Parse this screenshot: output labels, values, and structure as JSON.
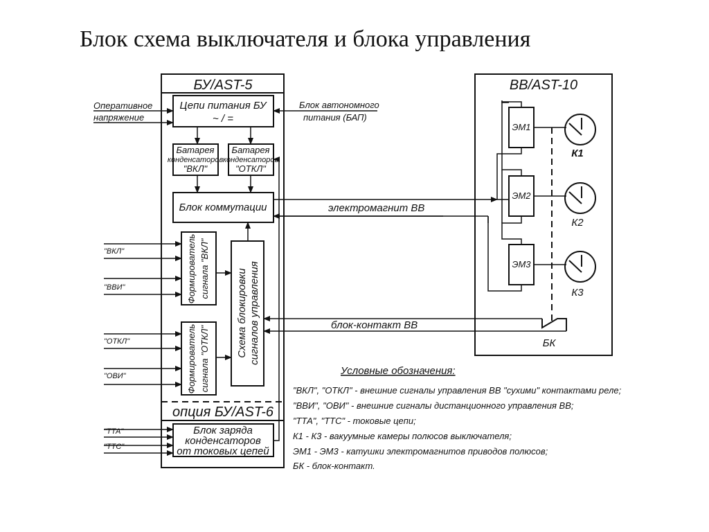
{
  "title": "Блок схема выключателя и блока управления",
  "bu": {
    "title": "БУ/AST-5",
    "power_chain": "Цепи питания БУ",
    "power_symbol": "~ / =",
    "battery_on": [
      "Батарея",
      "конденсаторов",
      "\"ВКЛ\""
    ],
    "battery_off": [
      "Батарея",
      "конденсаторов",
      "\"ОТКЛ\""
    ],
    "switching": "Блок коммутации",
    "former_on": [
      "Формирователь",
      "сигнала \"ВКЛ\""
    ],
    "former_off": [
      "Формирователь",
      "сигнала \"ОТКЛ\""
    ],
    "blocking": [
      "Схема блокировки",
      "сигналов управления"
    ],
    "option": "опция БУ/AST-6",
    "charge": [
      "Блок заряда",
      "конденсаторов",
      "от токовых цепей"
    ]
  },
  "inputs": {
    "operative": [
      "Оперативное",
      "напряжение"
    ],
    "autonomous": [
      "Блок автономного",
      "питания (БАП)"
    ],
    "on": "\"ВКЛ\"",
    "vvi": "\"ВВИ\"",
    "off": "\"ОТКЛ\"",
    "ovi": "\"ОВИ\"",
    "tta": "\"ТТА\"",
    "ttc": "\"ТТС\""
  },
  "links": {
    "electromagnet": "электромагнит ВВ",
    "block_contact": "блок-контакт ВВ"
  },
  "vv": {
    "title": "ВВ/AST-10",
    "coils": [
      "ЭМ1",
      "ЭМ2",
      "ЭМ3"
    ],
    "contacts": [
      "К1",
      "К2",
      "К3"
    ],
    "bk": "БК"
  },
  "legend": {
    "heading": "Условные обозначения:",
    "lines": [
      "\"ВКЛ\", \"ОТКЛ\" - внешние сигналы управления ВВ \"сухими\" контактами реле;",
      "\"ВВИ\", \"ОВИ\" - внешние сигналы дистанционного управления ВВ;",
      "\"ТТА\", \"ТТС\" - токовые цепи;",
      "К1 - К3 - вакуумные камеры полюсов выключателя;",
      "ЭМ1 - ЭМ3 - катушки электромагнитов приводов полюсов;",
      "БК - блок-контакт."
    ]
  }
}
